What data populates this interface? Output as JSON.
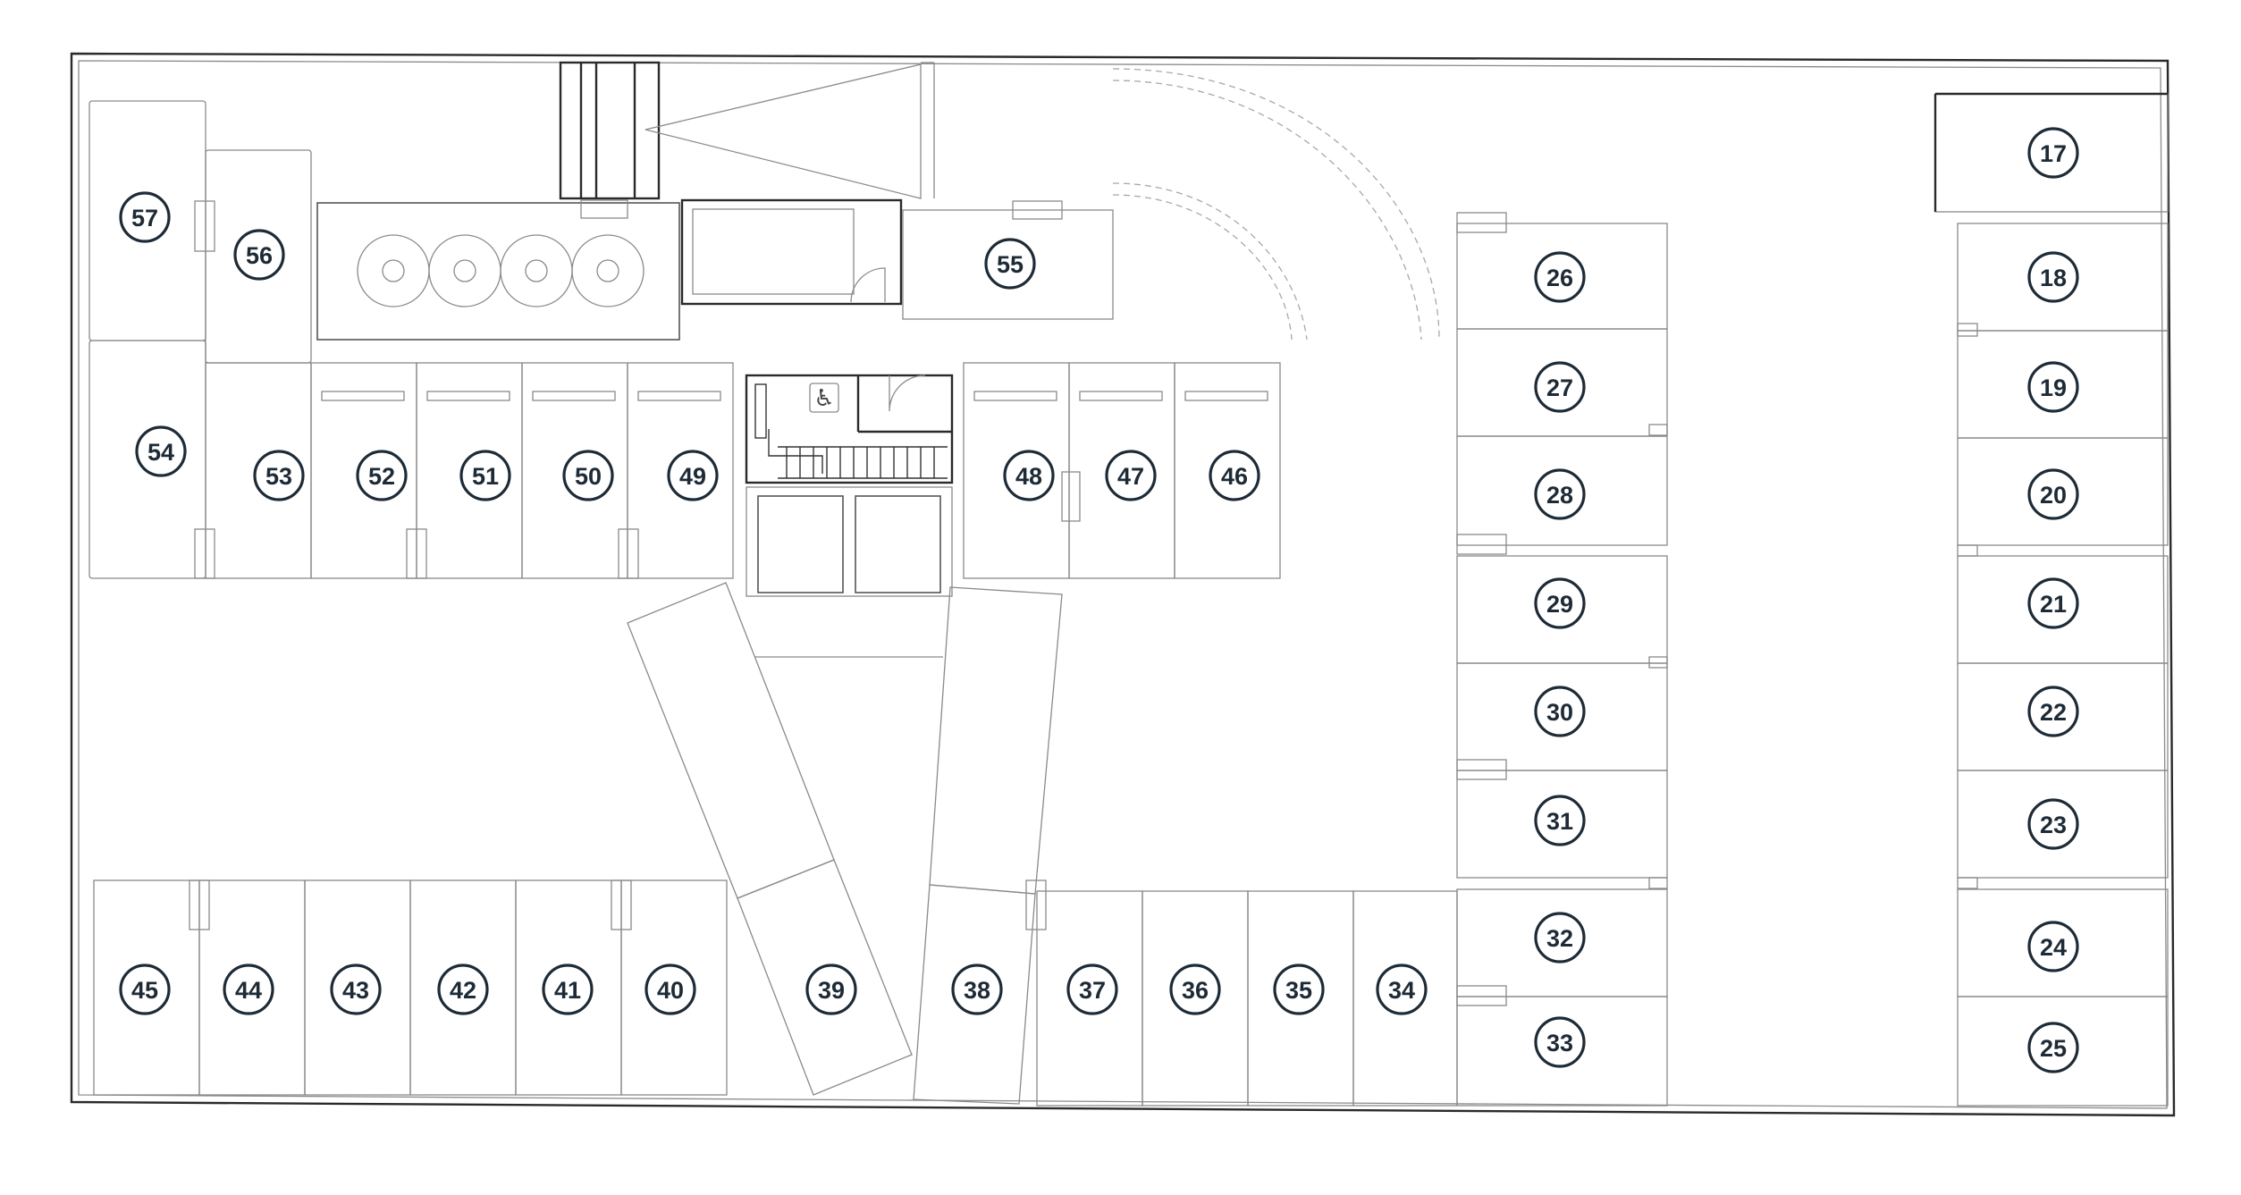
{
  "floor_plan": {
    "spaces": [
      {
        "label": "17"
      },
      {
        "label": "18"
      },
      {
        "label": "19"
      },
      {
        "label": "20"
      },
      {
        "label": "21"
      },
      {
        "label": "22"
      },
      {
        "label": "23"
      },
      {
        "label": "24"
      },
      {
        "label": "25"
      },
      {
        "label": "26"
      },
      {
        "label": "27"
      },
      {
        "label": "28"
      },
      {
        "label": "29"
      },
      {
        "label": "30"
      },
      {
        "label": "31"
      },
      {
        "label": "32"
      },
      {
        "label": "33"
      },
      {
        "label": "34"
      },
      {
        "label": "35"
      },
      {
        "label": "36"
      },
      {
        "label": "37"
      },
      {
        "label": "38"
      },
      {
        "label": "39"
      },
      {
        "label": "40"
      },
      {
        "label": "41"
      },
      {
        "label": "42"
      },
      {
        "label": "43"
      },
      {
        "label": "44"
      },
      {
        "label": "45"
      },
      {
        "label": "46"
      },
      {
        "label": "47"
      },
      {
        "label": "48"
      },
      {
        "label": "49"
      },
      {
        "label": "50"
      },
      {
        "label": "51"
      },
      {
        "label": "52"
      },
      {
        "label": "53"
      },
      {
        "label": "54"
      },
      {
        "label": "55"
      },
      {
        "label": "56"
      },
      {
        "label": "57"
      }
    ],
    "colors": {
      "label_ink": "#1e2b36",
      "wall": "#2a2a2a",
      "stall_line": "#8a8a8a"
    },
    "icons": [
      "wheelchair-accessible-icon",
      "staircase-icon",
      "elevator-icon",
      "water-tank-icon",
      "ramp-icon"
    ]
  }
}
